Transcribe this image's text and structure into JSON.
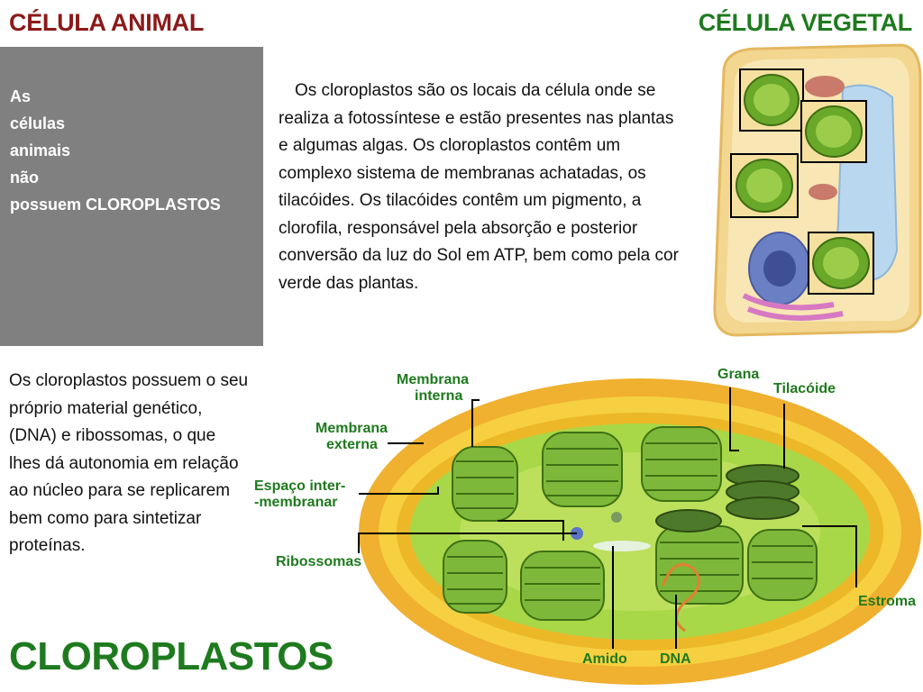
{
  "headers": {
    "left": "CÉLULA ANIMAL",
    "right": "CÉLULA VEGETAL"
  },
  "gray_box": {
    "lines": [
      "As",
      "células",
      "animais",
      "não",
      "possuem CLOROPLASTOS"
    ]
  },
  "paragraph_top": "Os cloroplastos são os locais da célula onde se realiza a fotossíntese e estão presentes nas plantas e algumas algas. Os cloroplastos contêm um complexo sistema de membranas achatadas, os tilacóides. Os tilacóides contêm um pigmento, a clorofila, responsável pela absorção e posterior conversão da luz do Sol em ATP, bem como pela cor verde das plantas.",
  "paragraph_left": "Os cloroplastos possuem o seu próprio material genético, (DNA) e ribossomas, o que lhes dá autonomia em relação ao núcleo para se replicarem bem como para sintetizar proteínas.",
  "bottom_title": "CLOROPLASTOS",
  "diagram_labels": {
    "membrana_interna_1": "Membrana",
    "membrana_interna_2": "interna",
    "membrana_externa_1": "Membrana",
    "membrana_externa_2": "externa",
    "espaco_1": "Espaço inter-",
    "espaco_2": "-membranar",
    "ribossomas": "Ribossomas",
    "grana": "Grana",
    "tilacoide": "Tilacóide",
    "estroma": "Estroma",
    "amido": "Amido",
    "dna": "DNA"
  },
  "colors": {
    "animal_title": "#8b1a1a",
    "vegetal_title": "#1e7a1e",
    "gray_panel": "#808080",
    "label_green": "#1e7a1e",
    "chloroplast_outer": "#f0b830",
    "chloroplast_stroma": "#a8d848",
    "thylakoid": "#6a9e2a"
  }
}
